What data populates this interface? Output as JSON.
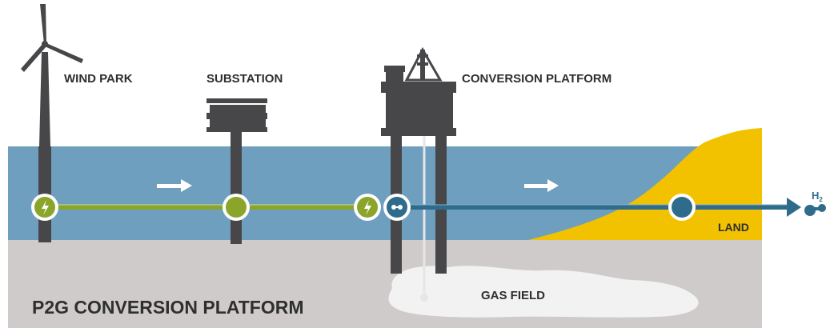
{
  "labels": {
    "wind_park": "WIND PARK",
    "substation": "SUBSTATION",
    "conversion_platform": "CONVERSION PLATFORM",
    "gas_field": "GAS FIELD",
    "land": "LAND",
    "title": "P2G CONVERSION PLATFORM",
    "h2_base": "H",
    "h2_sub": "2"
  },
  "colors": {
    "sea": "#6f9fbe",
    "seabed": "#cfcbcb",
    "land": "#f2c200",
    "structure": "#474749",
    "green_line": "#8aa52a",
    "blue_line": "#2f6c8c",
    "gas_field": "#f2f2f2",
    "arrow": "#ffffff"
  },
  "icons": {
    "electric": "lightning-bolt",
    "conversion": "conversion-node",
    "output": "hydrogen-molecule"
  }
}
